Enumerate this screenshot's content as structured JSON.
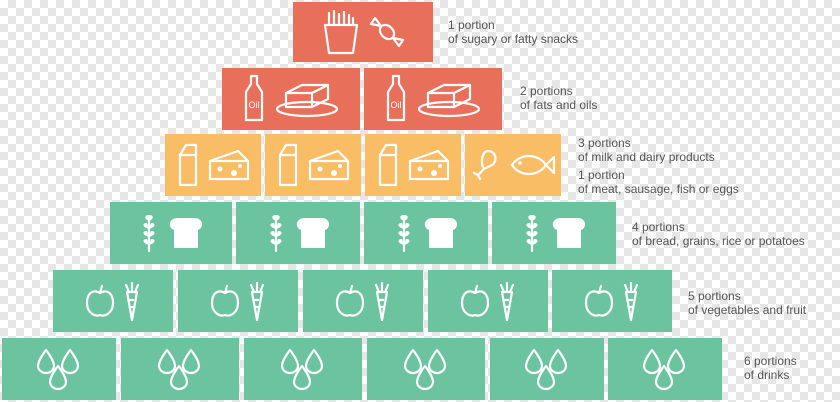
{
  "tiers": [
    {
      "key": "sweets",
      "count": "1 portion",
      "desc": "of sugary or fatty snacks",
      "icons": [
        "fries-icon",
        "candy-icon"
      ],
      "color": "#e8705a"
    },
    {
      "key": "fats",
      "count": "2 portions",
      "desc": "of fats and oils",
      "icons": [
        "oil-bottle-icon",
        "butter-icon"
      ],
      "color": "#e8705a"
    },
    {
      "key": "dairy",
      "count": "3 portions",
      "desc": "of milk and dairy products",
      "icons": [
        "milk-carton-icon",
        "cheese-icon"
      ],
      "color": "#f9bd66"
    },
    {
      "key": "meat",
      "count": "1 portion",
      "desc": "of meat, sausage, fish or eggs",
      "icons": [
        "chicken-leg-icon",
        "fish-icon"
      ],
      "color": "#f9bd66"
    },
    {
      "key": "grains",
      "count": "4 portions",
      "desc": "of bread, grains, rice or potatoes",
      "icons": [
        "wheat-icon",
        "bread-icon"
      ],
      "color": "#6cc39f"
    },
    {
      "key": "veg",
      "count": "5 portions",
      "desc": "of vegetables and fruit",
      "icons": [
        "apple-icon",
        "carrot-icon"
      ],
      "color": "#6cc39f"
    },
    {
      "key": "drinks",
      "count": "6 portions",
      "desc": "of drinks",
      "icons": [
        "water-drops-icon"
      ],
      "color": "#6cc39f"
    }
  ],
  "oil_label": "Oil"
}
